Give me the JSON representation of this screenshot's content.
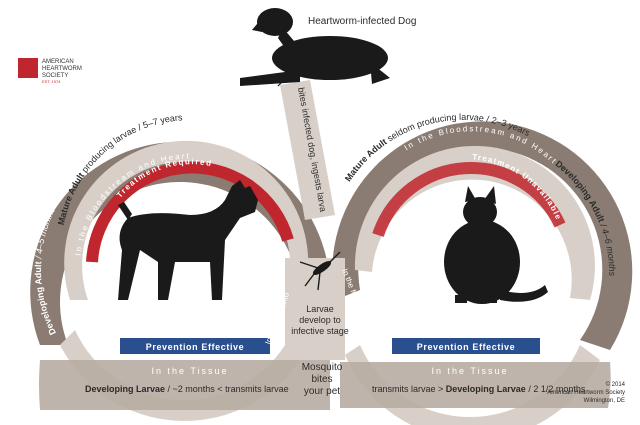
{
  "logo": {
    "line1": "AMERICAN",
    "line2": "HEARTWORM",
    "line3": "SOCIETY",
    "est": "EST. 1974"
  },
  "top": {
    "dog_label": "Heartworm-infected Dog",
    "center_band": "bites infected dog, ingests larvae"
  },
  "dog_cycle": {
    "mature_bold": "Mature Adult",
    "mature_rest": " producing larvae / 5–7 years",
    "developing_adult_bold": "Developing Adult",
    "developing_adult_rest": " / 4–5 months",
    "bloodstream": "In the Bloodstream and Heart",
    "treatment": "Treatment Required",
    "prevention": "Prevention Effective",
    "tissue": "In the Tissue",
    "developing_larvae_bold": "Developing Larvae",
    "developing_larvae_rest": " / ~2 months < transmits larvae",
    "mosquito_side": "In the Mosquito"
  },
  "cat_cycle": {
    "mature_bold": "Mature Adult",
    "mature_rest": " seldom producing larvae / 2–3 years",
    "developing_adult_bold": "Developing Adult",
    "developing_adult_rest": " / 4–6 months",
    "bloodstream": "In the Bloodstream and Heart",
    "treatment": "Treatment Unavailable",
    "prevention": "Prevention Effective",
    "tissue": "In the Tissue",
    "developing_larvae_prefix": "transmits larvae > ",
    "developing_larvae_bold": "Developing Larvae",
    "developing_larvae_rest": " / 2 1/2 months",
    "mosquito_side": "In the Mosquito"
  },
  "center": {
    "larvae_line1": "Larvae",
    "larvae_line2": "develop to",
    "larvae_line3": "infective stage",
    "mosq_line1": "Mosquito",
    "mosq_line2": "bites",
    "mosq_line3": "your pet"
  },
  "footer": {
    "line1": "© 2014",
    "line2": "American Heartworm Society",
    "line3": "Wilmington, DE"
  },
  "colors": {
    "outer_band": "#8a7c72",
    "inner_band": "#d8d0c8",
    "red": "#c0262d",
    "blue": "#2a4f8f",
    "silhouette": "#1a1a1a"
  }
}
